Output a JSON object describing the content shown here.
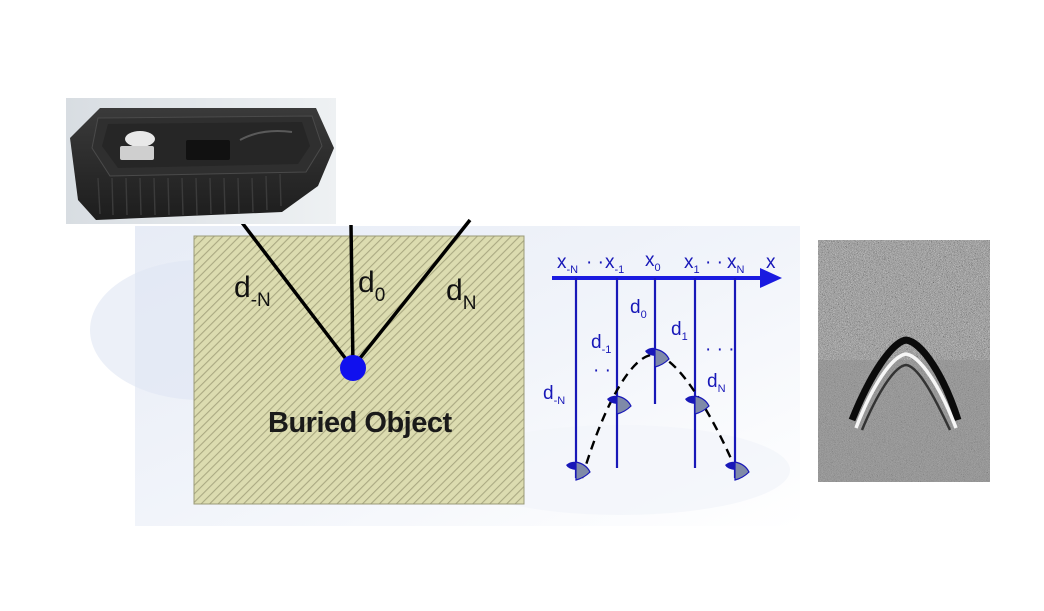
{
  "diagram": {
    "colors": {
      "soil_fill": "#dcdcb0",
      "soil_hatch": "#a9a982",
      "target": "#1010ee",
      "scan_blue": "#1818b8",
      "bin_body": "#2b2b2b"
    },
    "soil_panel": {
      "rays": [
        {
          "base": "d",
          "sub": "-N"
        },
        {
          "base": "d",
          "sub": "0"
        },
        {
          "base": "d",
          "sub": "N"
        }
      ],
      "object_label": "Buried Object"
    },
    "scan_panel": {
      "axis_label": "x",
      "positions": [
        {
          "base": "x",
          "sub": "-N"
        },
        {
          "base": "· ·",
          "sub": ""
        },
        {
          "base": "x",
          "sub": "-1"
        },
        {
          "base": "x",
          "sub": "0"
        },
        {
          "base": "x",
          "sub": "1"
        },
        {
          "base": "· ·",
          "sub": ""
        },
        {
          "base": "x",
          "sub": "N"
        }
      ],
      "distances": [
        {
          "base": "d",
          "sub": "0"
        },
        {
          "base": "d",
          "sub": "1"
        },
        {
          "base": "d",
          "sub": "-1"
        },
        {
          "base": "d",
          "sub": "N"
        },
        {
          "base": "d",
          "sub": "-N"
        },
        {
          "base": "· ·",
          "sub": ""
        },
        {
          "base": "· · ·",
          "sub": ""
        }
      ]
    },
    "photo": {
      "subject": "black-plastic-radar-housing"
    },
    "radargram": {
      "shape": "hyperbola-reflection"
    }
  }
}
